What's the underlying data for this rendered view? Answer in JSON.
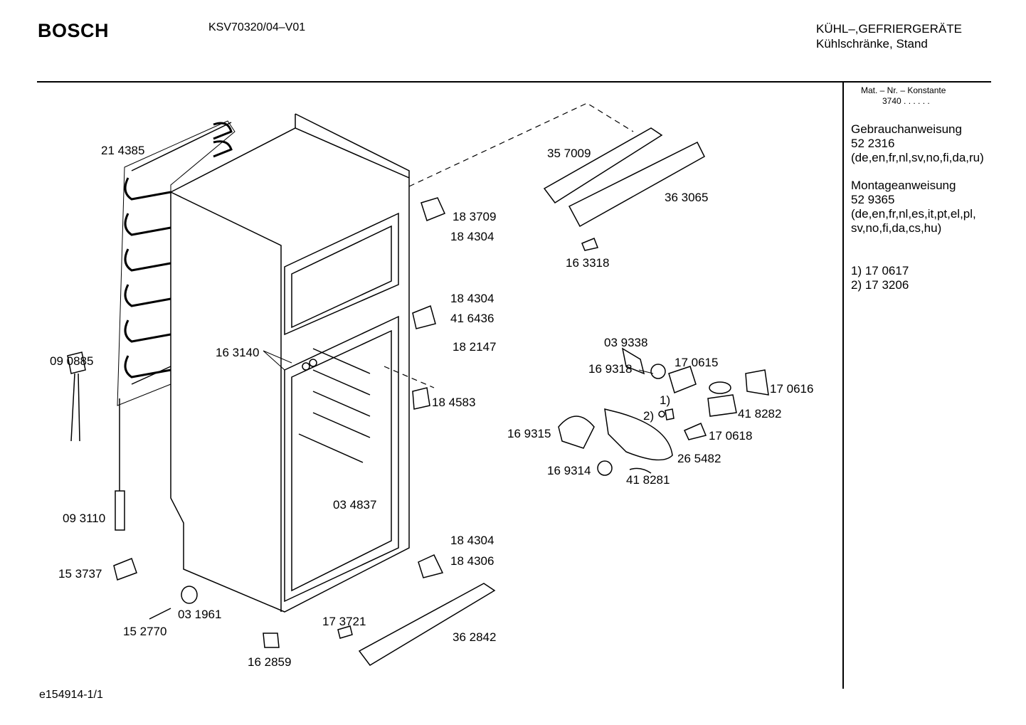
{
  "header": {
    "brand": "BOSCH",
    "model": "KSV70320/04–V01",
    "category_line1": "KÜHL–,GEFRIERGERÄTE",
    "category_line2": "Kühlschränke, Stand"
  },
  "side_panel": {
    "mat_nr_label": "Mat. – Nr. – Konstante",
    "mat_nr_value": "3740  .  .    .  .  .  .",
    "usage_title": "Gebrauchanweisung",
    "usage_number": "52 2316",
    "usage_langs": "(de,en,fr,nl,sv,no,fi,da,ru)",
    "install_title": "Montageanweisung",
    "install_number": "52 9365",
    "install_langs_1": "(de,en,fr,nl,es,it,pt,el,pl,",
    "install_langs_2": "sv,no,fi,da,cs,hu)",
    "note_1": "1)  17 0617",
    "note_2": "2)  17 3206"
  },
  "parts": [
    "21 4385",
    "09 0885",
    "09 3110",
    "15 3737",
    "15 2770",
    "03 1961",
    "16 2859",
    "16 3140",
    "03 4837",
    "17 3721",
    "36 2842",
    "18 4304",
    "18 4306",
    "18 4583",
    "18 2147",
    "41 6436",
    "18 4304",
    "18 4304",
    "18 3709",
    "35 7009",
    "36 3065",
    "16 3318",
    "03 9338",
    "17 0615",
    "16 9318",
    "17 0616",
    "1)",
    "2)",
    "41 8282",
    "17 0618",
    "16 9315",
    "26 5482",
    "16 9314",
    "41 8281"
  ],
  "footer": {
    "drawing_id": "e154914-1/1"
  }
}
